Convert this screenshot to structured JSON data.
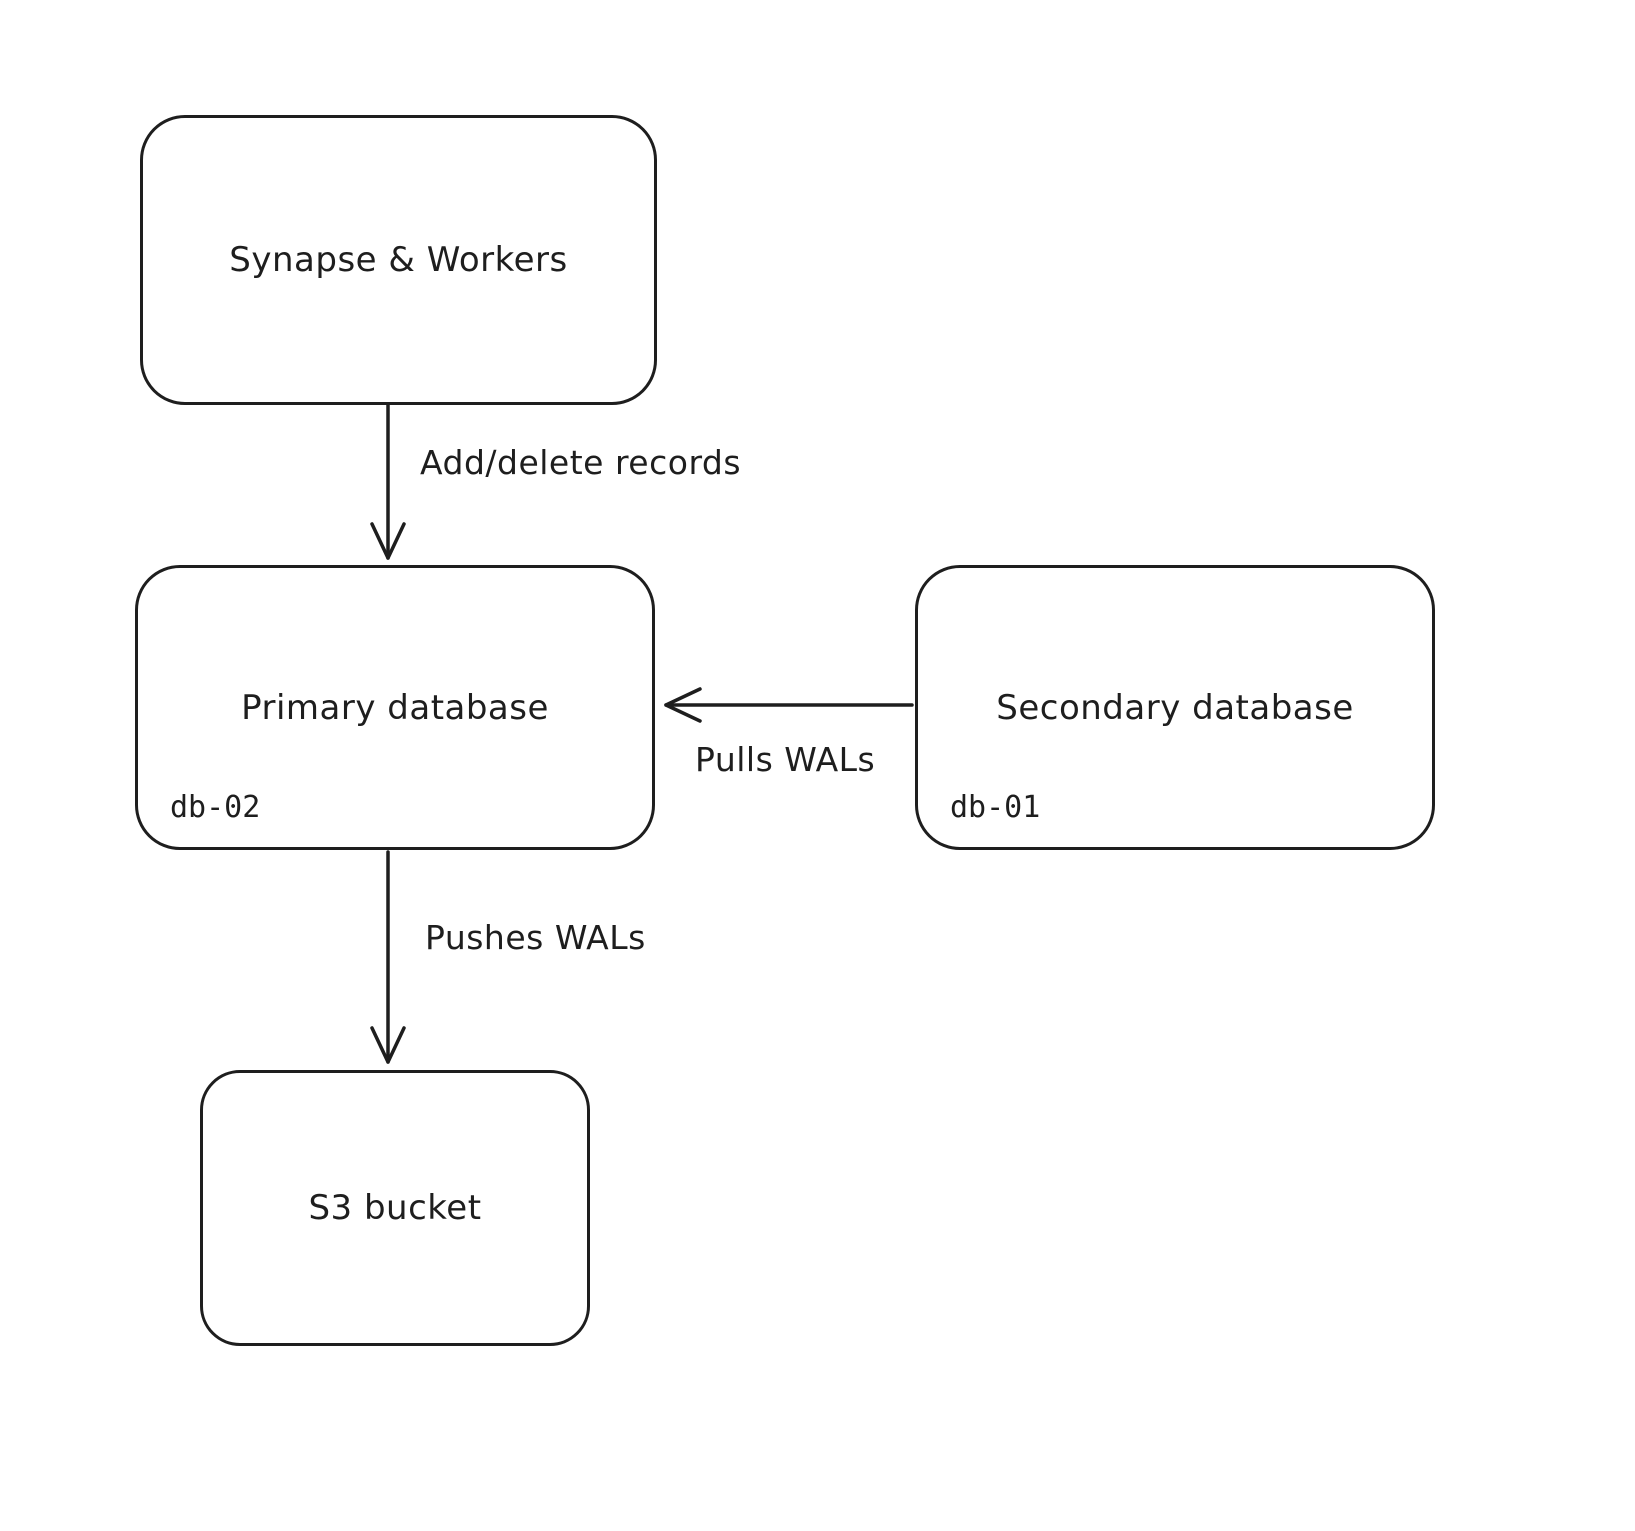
{
  "diagram": {
    "colors": {
      "stroke": "#1e1e1e",
      "background": "#ffffff"
    },
    "nodes": {
      "synapse": {
        "label": "Synapse & Workers"
      },
      "primary": {
        "label": "Primary database",
        "sublabel": "db-02"
      },
      "secondary": {
        "label": "Secondary database",
        "sublabel": "db-01"
      },
      "s3": {
        "label": "S3 bucket"
      }
    },
    "edges": {
      "add_delete": {
        "label": "Add/delete records",
        "from": "synapse",
        "to": "primary"
      },
      "pulls": {
        "label": "Pulls WALs",
        "from": "secondary",
        "to": "primary"
      },
      "pushes": {
        "label": "Pushes WALs",
        "from": "primary",
        "to": "s3"
      }
    }
  }
}
